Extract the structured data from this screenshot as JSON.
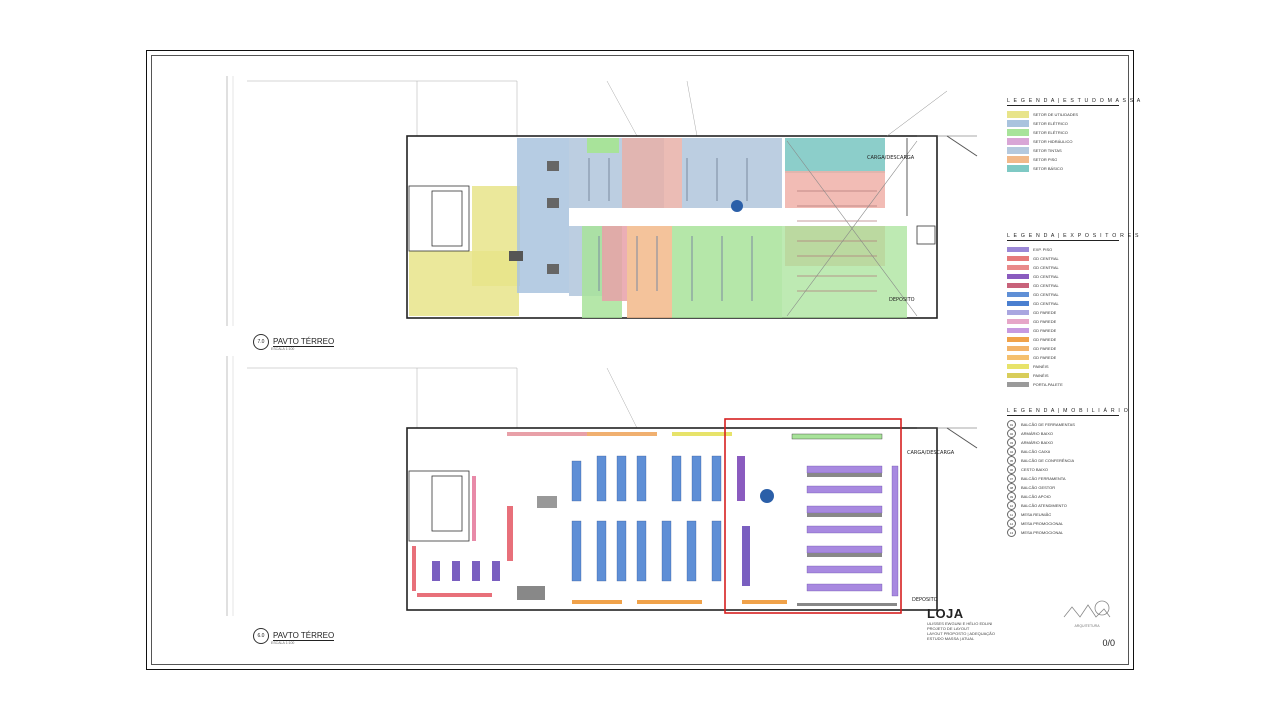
{
  "plans": {
    "upper": {
      "view_number": "7.0",
      "view_name": "PAVTO TÉRREO",
      "scale": "ESCALA 1:100"
    },
    "lower": {
      "view_number": "6.0",
      "view_name": "PAVTO TÉRREO",
      "scale": "ESCALA 1:100"
    },
    "room_labels": {
      "carga": "CARGA/DESCARGA",
      "deposito": "DEPOSITO"
    }
  },
  "legend_massa": {
    "title": "L E G E N D A | E S T U D O  M A S S A",
    "items": [
      {
        "color": "#e8e48a",
        "label": "SETOR DE UTILIDADES"
      },
      {
        "color": "#a9c3de",
        "label": "SETOR ELÉTRICO"
      },
      {
        "color": "#a8e39a",
        "label": "SETOR ELÉTRICO"
      },
      {
        "color": "#d9a6d6",
        "label": "SETOR HIDRÁULICO"
      },
      {
        "color": "#b5c9de",
        "label": "SETOR TINTAS"
      },
      {
        "color": "#f2b98a",
        "label": "SETOR PISO"
      },
      {
        "color": "#7fc9c4",
        "label": "SETOR BÁSICO"
      }
    ]
  },
  "legend_expositores": {
    "title": "L E G E N D A | E X P O S I T O R E S",
    "items": [
      {
        "color": "#9b87d6",
        "label": "EXP. PISO"
      },
      {
        "color": "#e67a7a",
        "label": "GD CENTRAL"
      },
      {
        "color": "#e98a8a",
        "label": "GD CENTRAL"
      },
      {
        "color": "#8a5bbf",
        "label": "GD CENTRAL"
      },
      {
        "color": "#c8627a",
        "label": "GD CENTRAL"
      },
      {
        "color": "#5f8fd6",
        "label": "GD CENTRAL"
      },
      {
        "color": "#4a7fd0",
        "label": "GD CENTRAL"
      },
      {
        "color": "#a9a6e0",
        "label": "GD PAREDE"
      },
      {
        "color": "#e6a6c8",
        "label": "GD PAREDE"
      },
      {
        "color": "#c79ae0",
        "label": "GD PAREDE"
      },
      {
        "color": "#f0a24a",
        "label": "GD PAREDE"
      },
      {
        "color": "#f3b46a",
        "label": "GD PAREDE"
      },
      {
        "color": "#f5c06e",
        "label": "GD PAREDE"
      },
      {
        "color": "#e7e36a",
        "label": "PAINÉIS"
      },
      {
        "color": "#d8cd5a",
        "label": "PAINÉIS"
      },
      {
        "color": "#9a9a9a",
        "label": "PORTA-PALETE"
      }
    ]
  },
  "legend_mobiliario": {
    "title": "L E G E N D A | M O B I L I Á R I O",
    "items": [
      {
        "code": "01",
        "label": "BALCÃO DE FERRAMENTAS"
      },
      {
        "code": "02",
        "label": "ARMÁRIO BAIXO"
      },
      {
        "code": "03",
        "label": "ARMÁRIO BAIXO"
      },
      {
        "code": "04",
        "label": "BALCÃO CAIXA"
      },
      {
        "code": "05",
        "label": "BALCÃO DE CONFERÊNCIA"
      },
      {
        "code": "06",
        "label": "CESTO BAIXO"
      },
      {
        "code": "07",
        "label": "BALCÃO FERRAMENTA"
      },
      {
        "code": "08",
        "label": "BALCÃO GESTOR"
      },
      {
        "code": "09",
        "label": "BALCÃO APOIO"
      },
      {
        "code": "10",
        "label": "BALCÃO ATENDIMENTO"
      },
      {
        "code": "11",
        "label": "MESA REUNIÃO"
      },
      {
        "code": "12",
        "label": "MESA PROMOCIONAL"
      },
      {
        "code": "13",
        "label": "MESA PROMOCIONAL"
      }
    ]
  },
  "title_block": {
    "project": "LOJA",
    "client": "ULISSES EWGUNI E HÉLIO EDLINI",
    "drawing": "PROJETO DE LAYOUT",
    "item1": "LAYOUT PROPOSTO | ADEQUAÇÃO",
    "item2": "ESTUDO MASSA | ATUAL",
    "sheet": "0/0",
    "firm": "ARQUITETURA"
  }
}
